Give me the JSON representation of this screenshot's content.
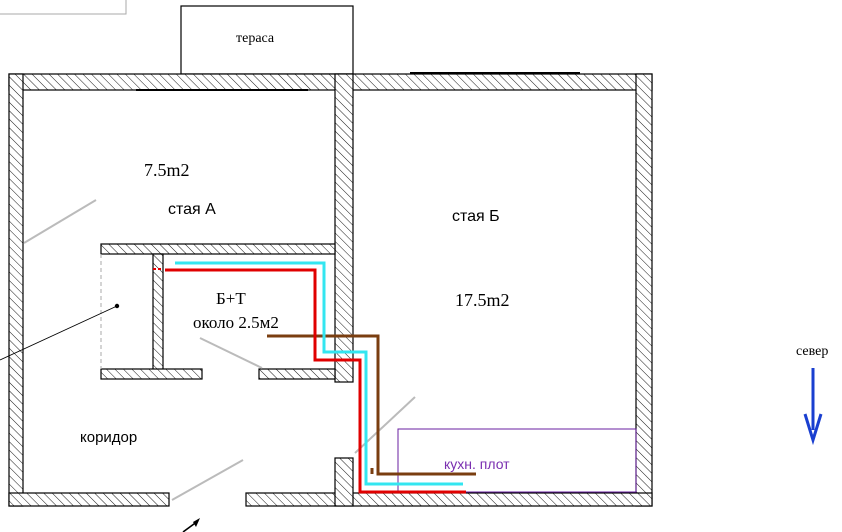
{
  "labels": {
    "terrace": "тераса",
    "room_a_area": "7.5m2",
    "room_a_name": "стая А",
    "room_b_name": "стая Б",
    "room_b_area": "17.5m2",
    "bath_name": "Б+Т",
    "bath_area": "около 2.5м2",
    "corridor": "коридор",
    "kitchen_stove": "кухн. плот",
    "north": "север"
  },
  "colors": {
    "wall": "#000000",
    "hot_pipe": "#e00000",
    "cold_pipe": "#33e6f0",
    "drain_pipe": "#7a3e10",
    "stove_outline": "#6a1fa0",
    "stove_label": "#7a2fb0",
    "north_arrow": "#1a3fd0",
    "thin_line": "#999999"
  },
  "icons": {
    "north_arrow": "arrow-down-icon"
  }
}
